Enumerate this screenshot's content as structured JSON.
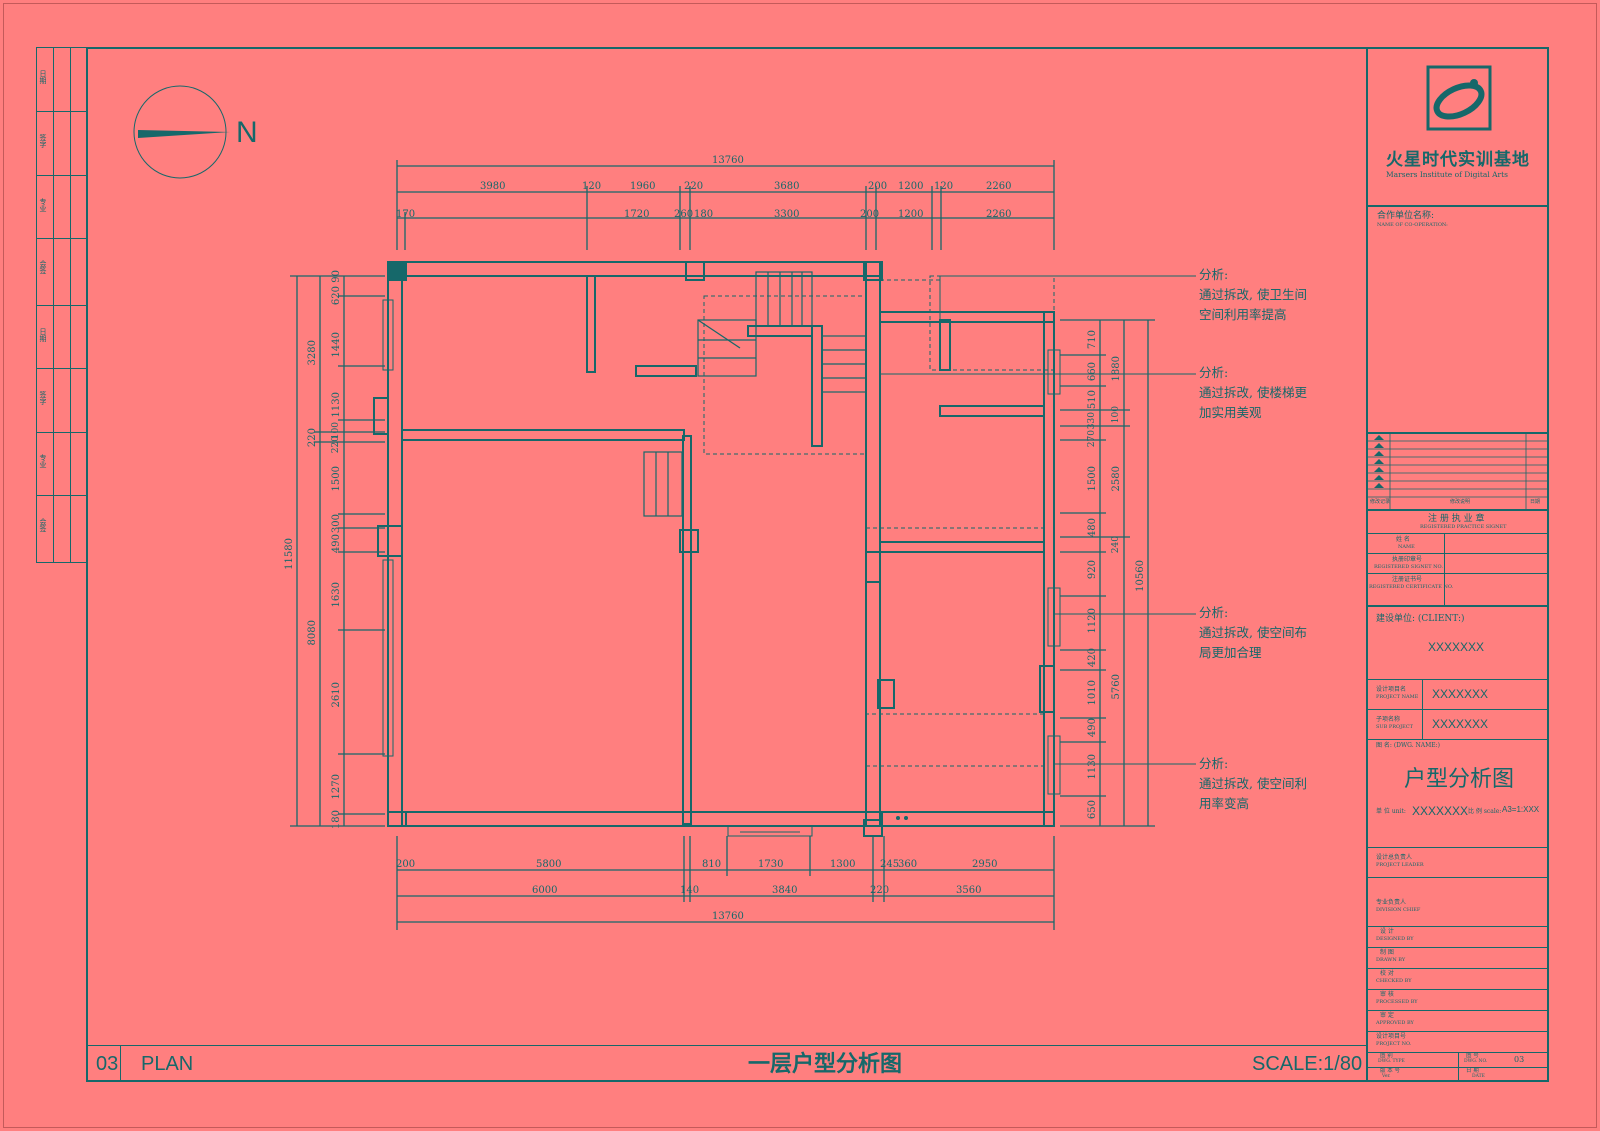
{
  "compass": {
    "label": "N"
  },
  "plan": {
    "top_dims_total": "13760",
    "top_dims_row1": [
      "3980",
      "120",
      "1960",
      "220",
      "3680",
      "200",
      "1200",
      "120",
      "2260"
    ],
    "top_dims_row2": [
      "170",
      "1720",
      "260",
      "180",
      "3300",
      "200",
      "1200",
      "2260"
    ],
    "bottom_dims_row1": [
      "200",
      "5800",
      "810",
      "1730",
      "1300",
      "245",
      "360",
      "2950"
    ],
    "bottom_dims_row2": [
      "6000",
      "140",
      "3840",
      "220",
      "3560"
    ],
    "bottom_dims_total": "13760",
    "left_dims_outer": [
      "11580"
    ],
    "left_dims_mid": [
      "3280",
      "220",
      "8080"
    ],
    "left_dims_inner": [
      "90",
      "620",
      "1440",
      "1130",
      "100",
      "220",
      "1500",
      "300",
      "490",
      "1630",
      "2610",
      "1270",
      "180"
    ],
    "right_dims_inner": [
      "710",
      "660",
      "510",
      "330",
      "270",
      "1500",
      "480",
      "920",
      "1120",
      "420",
      "1010",
      "490",
      "1130",
      "650"
    ],
    "right_dims_mid": [
      "1880",
      "100",
      "2580",
      "240",
      "5760"
    ],
    "right_dims_outer": [
      "10560"
    ]
  },
  "annotations": [
    {
      "head": "分析:",
      "line1": "通过拆改, 使卫生间",
      "line2": "空间利用率提高"
    },
    {
      "head": "分析:",
      "line1": "通过拆改, 使楼梯更",
      "line2": "加实用美观"
    },
    {
      "head": "分析:",
      "line1": "通过拆改, 使空间布",
      "line2": "局更加合理"
    },
    {
      "head": "分析:",
      "line1": "通过拆改, 使空间利",
      "line2": "用率变高"
    }
  ],
  "bottom_bar": {
    "number": "03",
    "plan_label": "PLAN",
    "title": "一层户型分析图",
    "scale": "SCALE:1/80"
  },
  "title_block": {
    "company_cn": "火星时代实训基地",
    "company_en": "Marsers Institute of Digital Arts",
    "cooperation_label": "合作单位名称:",
    "cooperation_label_en": "NAME OF CO-OPERATION:",
    "seal_title": "注 册 执 业 章",
    "seal_title_en": "REGISTERED PRACTICE SIGNET",
    "name_label": "姓 名",
    "name_label_en": "NAME",
    "signet_no_label": "执册印章号",
    "signet_no_label_en": "REGISTERED SIGNET NO.",
    "cert_no_label": "注册证书号",
    "cert_no_label_en": "REGISTERED CERTIFICATE NO.",
    "client_label": "建设单位: (CLIENT:)",
    "client_value": "XXXXXXX",
    "project_label": "设计项目名",
    "project_label_en": "PROJECT NAME",
    "project_value": "XXXXXXX",
    "sub_project_label": "子项名称",
    "sub_project_label_en": "SUB PROJECT",
    "sub_project_value": "XXXXXXX",
    "drawing_name_label": "图 名: (DWG. NAME:)",
    "drawing_name": "户型分析图",
    "unit_label": "单 位 unit:",
    "unit_value": "XXXXXXX",
    "scale_label": "比 例 scale:",
    "scale_value": "A3=1:XXX",
    "roles": [
      {
        "cn": "设计总负责人",
        "en": "PROJECT LEADER"
      },
      {
        "cn": "专业负责人",
        "en": "DIVISION CHIEF"
      },
      {
        "cn": "设 计",
        "en": "DESIGNED BY"
      },
      {
        "cn": "制 图",
        "en": "DRAWN BY"
      },
      {
        "cn": "校 对",
        "en": "CHECKED BY"
      },
      {
        "cn": "审 核",
        "en": "PROCESSED BY"
      },
      {
        "cn": "审 定",
        "en": "APPROVED BY"
      },
      {
        "cn": "设计项目号",
        "en": "PROJECT NO."
      }
    ],
    "dwg_type_label": "图 别",
    "dwg_type_label_en": "DWG. TYPE",
    "version_label": "版 本 号",
    "version_label_en": "Ver.",
    "dwg_no_label": "图 号",
    "dwg_no_label_en": "DWG. NO.",
    "dwg_no_value": "03",
    "date_label": "日 期",
    "date_label_en": "DATE",
    "revision_no_label": "修改记录",
    "revision_desc_label": "修改说明",
    "revision_date_label": "日期"
  },
  "left_strip": {
    "labels": [
      "日期",
      "签字",
      "专业",
      "会签",
      "日期",
      "签字",
      "专业",
      "会签"
    ]
  },
  "colors": {
    "background": "#ff7f7f",
    "line": "#16686a"
  }
}
